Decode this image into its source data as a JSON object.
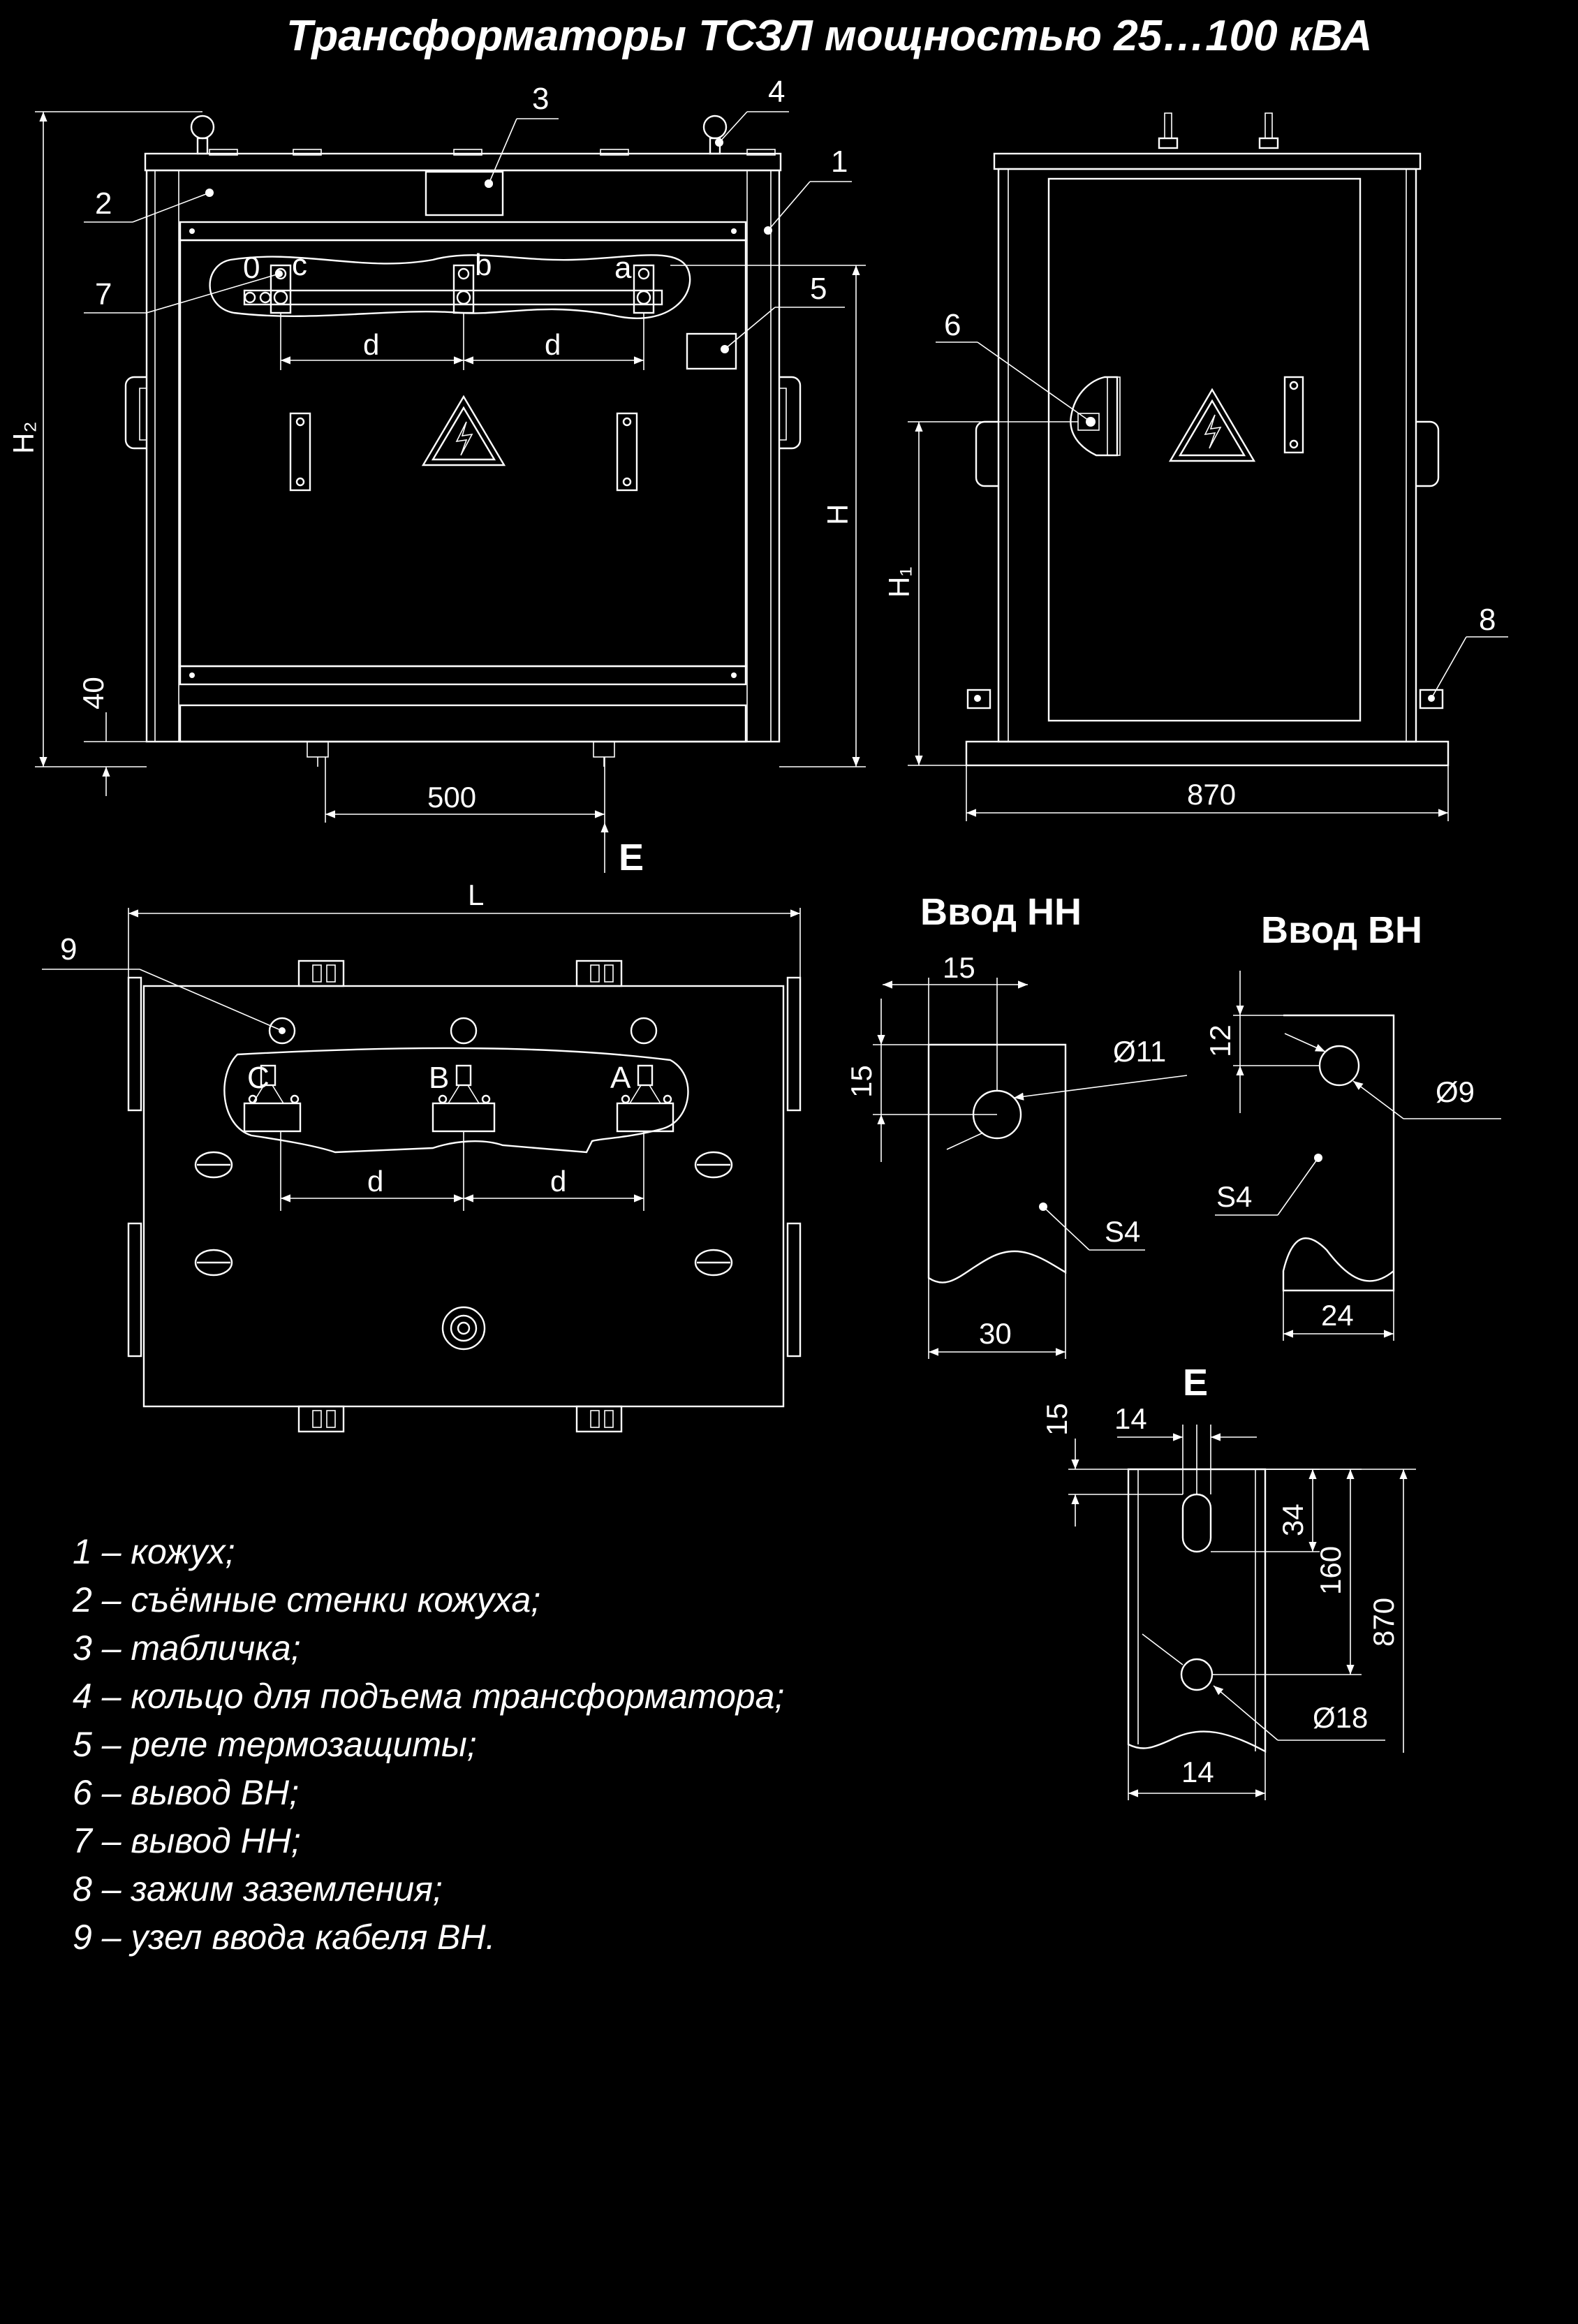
{
  "title": "Трансформаторы ТСЗЛ мощностью 25…100 кВА",
  "callouts": [
    "1",
    "2",
    "3",
    "4",
    "5",
    "6",
    "7",
    "8",
    "9"
  ],
  "dimensions": {
    "h2": "H₂",
    "h": "H",
    "h1": "H₁",
    "d": "d",
    "l": "L",
    "d40": "40",
    "d500": "500",
    "d870": "870",
    "view_e": "E"
  },
  "terminals": {
    "lv": [
      "0",
      "c",
      "b",
      "a"
    ],
    "hv": [
      "C",
      "B",
      "A"
    ]
  },
  "detail_lv": {
    "heading": "Ввод НН",
    "top": "15",
    "side": "15",
    "hole": "Ø11",
    "thickness": "S4",
    "width": "30"
  },
  "detail_hv": {
    "heading": "Ввод ВН",
    "side": "12",
    "hole": "Ø9",
    "thickness": "S4",
    "width": "24"
  },
  "detail_e": {
    "heading": "E",
    "top": "15",
    "slot": "14",
    "slot_len": "34",
    "center": "160",
    "height": "870",
    "hole": "Ø18",
    "width": "14"
  },
  "legend": [
    "1 – кожух;",
    "2 – съёмные стенки кожуха;",
    "3 – табличка;",
    "4 – кольцо для подъема трансформатора;",
    "5 – реле термозащиты;",
    "6 – вывод ВН;",
    "7 – вывод НН;",
    "8 – зажим заземления;",
    "9 – узел ввода кабеля ВН."
  ]
}
